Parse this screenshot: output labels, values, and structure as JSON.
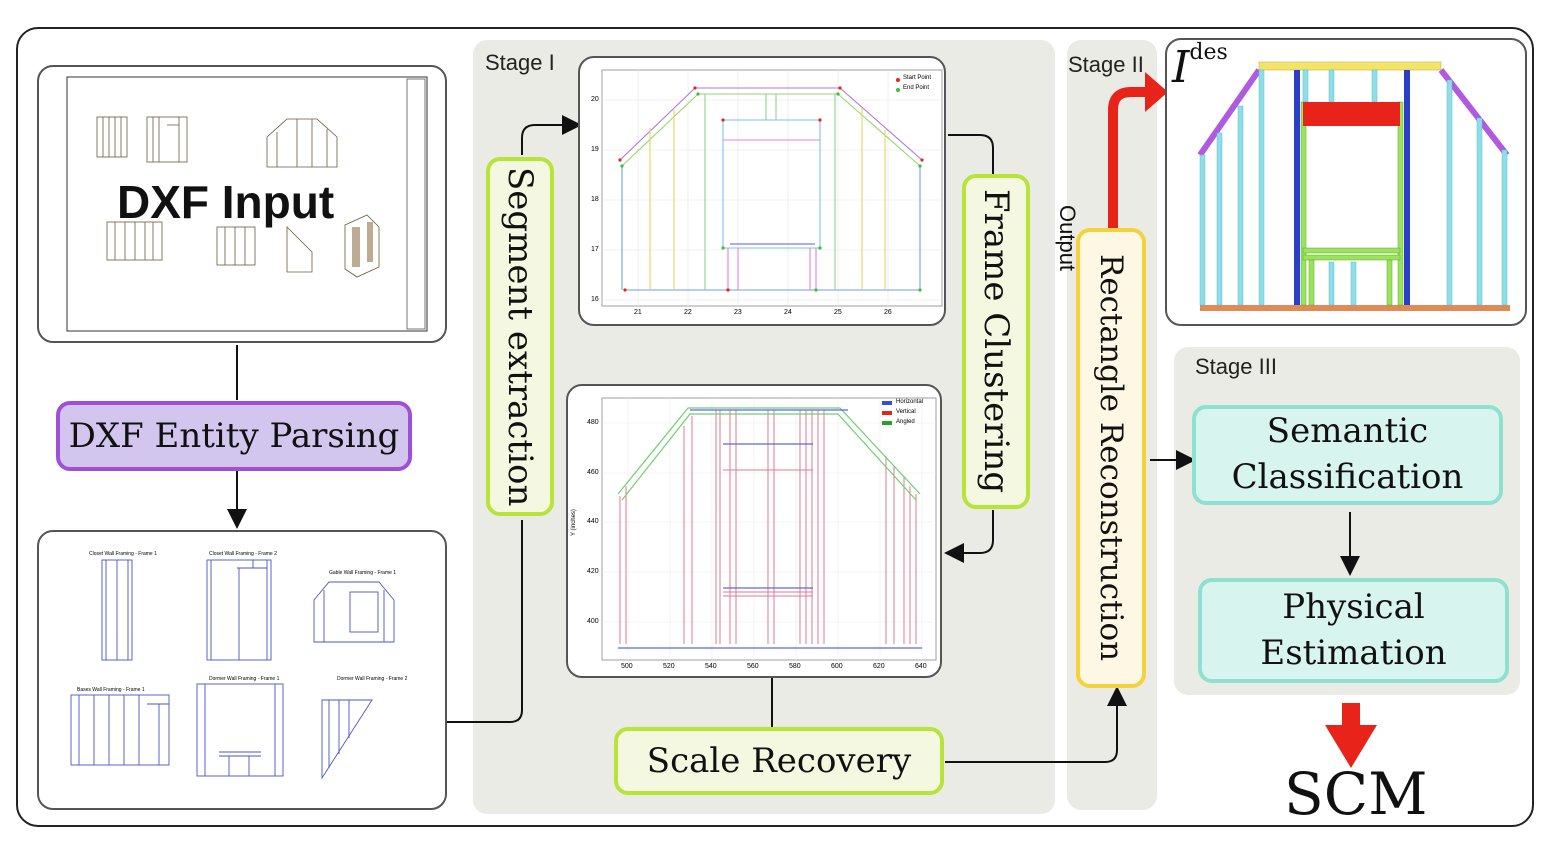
{
  "stages": {
    "stage1": "Stage I",
    "stage2": "Stage II",
    "stage3": "Stage III"
  },
  "dxf_panel": {
    "title": "DXF Input"
  },
  "boxes": {
    "dxf_entity_parsing": "DXF Entity Parsing",
    "segment_extraction": "Segment extraction",
    "frame_clustering": "Frame Clustering",
    "scale_recovery": "Scale Recovery",
    "rectangle_reconstruction": "Rectangle Reconstruction",
    "semantic_line1": "Semantic",
    "semantic_line2": "Classification",
    "physical_line1": "Physical",
    "physical_line2": "Estimation"
  },
  "output_label": "Output",
  "ides_label": "I",
  "ides_sup": "des",
  "scm": "SCM",
  "frame_panel_titles": [
    "Closet Wall Framing - Frame 1",
    "Closet Wall Framing - Frame 2",
    "Gable Wall Framing - Frame 1",
    "Bases Wall Framing - Frame 1",
    "Dormer Wall Framing - Frame 1",
    "Dormer Wall Framing - Frame 2"
  ],
  "segment_chart": {
    "legend": [
      "Start Point",
      "End Point"
    ],
    "x_ticks": [
      "21",
      "22",
      "23",
      "24",
      "25",
      "26"
    ],
    "y_ticks": [
      "20",
      "19",
      "18",
      "17",
      "16"
    ]
  },
  "scale_chart": {
    "legend": [
      "Horizontal",
      "Vertical",
      "Angled"
    ],
    "x_ticks": [
      "500",
      "520",
      "540",
      "560",
      "580",
      "600",
      "620",
      "640"
    ],
    "y_ticks": [
      "480",
      "460",
      "440",
      "420",
      "400"
    ],
    "y_label": "Y (inches)"
  },
  "colors": {
    "purple": "#a050d8",
    "lime": "#b8e43a",
    "yellow": "#f3d23d",
    "teal": "#8ee0cf",
    "red": "#e8231a"
  }
}
